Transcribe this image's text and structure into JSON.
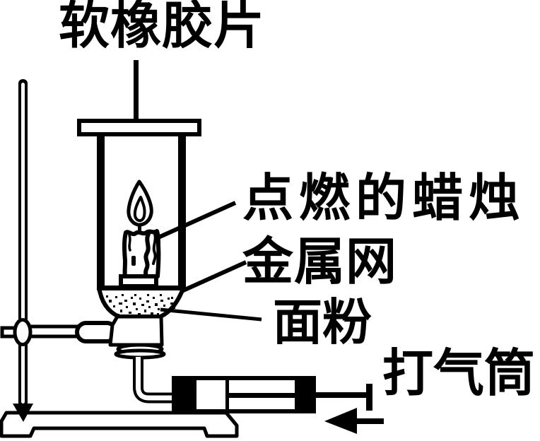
{
  "diagram": {
    "background_color": "#ffffff",
    "line_color": "#000000",
    "labels": {
      "soft_rubber_sheet": "软橡胶片",
      "lit_candle": "点燃的蜡烛",
      "metal_mesh": "金属网",
      "flour": "面粉",
      "air_pump": "打气筒"
    }
  }
}
